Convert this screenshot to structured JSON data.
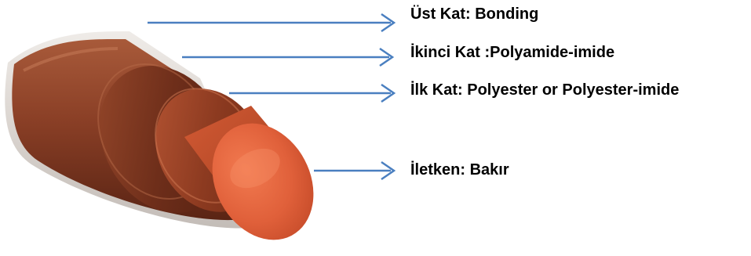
{
  "labels": {
    "top_layer": "Üst Kat: Bonding",
    "second_layer": "İkinci Kat :Polyamide-imide",
    "first_layer": "İlk Kat: Polyester or Polyester-imide",
    "conductor": "İletken: Bakır"
  },
  "colors": {
    "arrow": "#4a7fc0",
    "copper_core": "#e0603a",
    "copper_dark": "#8a3420",
    "insulation_brown": "#7a3a22",
    "bonding_film": "#d9d4cf"
  }
}
